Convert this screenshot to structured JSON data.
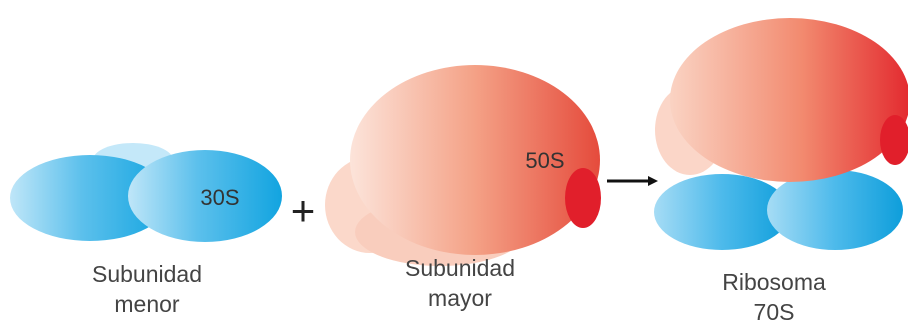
{
  "small_subunit": {
    "label": "30S",
    "caption_line1": "Subunidad",
    "caption_line2": "menor"
  },
  "operator_plus": "+",
  "large_subunit": {
    "label": "50S",
    "caption_line1": "Subunidad",
    "caption_line2": "mayor"
  },
  "ribosome": {
    "caption_line1": "Ribosoma",
    "caption_line2": "70S"
  },
  "colors": {
    "blue_light": "#bfe6f8",
    "blue_mid": "#5cc0ec",
    "blue_dark": "#12a4e0",
    "red_light": "#fbe0d4",
    "red_mid": "#f39a7f",
    "red_dark": "#e11f2b",
    "label_text": "#333333",
    "caption_text": "#444444"
  }
}
